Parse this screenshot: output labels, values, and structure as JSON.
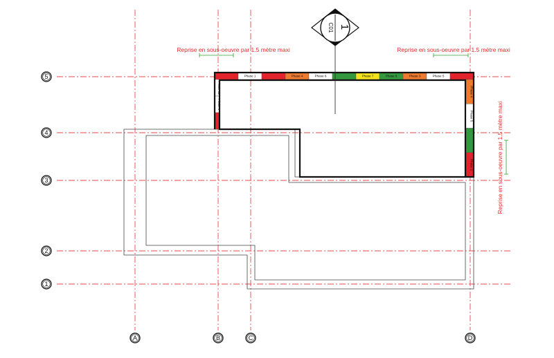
{
  "section_marker": {
    "number": "1",
    "sheet": "C01"
  },
  "notes": {
    "top_left": "Reprise en sous-oeuvre par 1.5 mètre maxi",
    "top_right": "Reprise en sous-oeuvre par 1.5 mètre maxi",
    "right_vertical": "Reprise en sous-oeuvre par 1.5 mètre maxi"
  },
  "grid": {
    "rows": [
      "5",
      "4",
      "3",
      "2",
      "1"
    ],
    "columns": [
      "A",
      "B",
      "C",
      "D"
    ]
  },
  "phases": {
    "top": [
      {
        "label": "",
        "color": "#e3232b"
      },
      {
        "label": "Phase 1",
        "color": "#ffffff"
      },
      {
        "label": "",
        "color": "#e3232b"
      },
      {
        "label": "Phase 4",
        "color": "#ee7a2f"
      },
      {
        "label": "Phase 6",
        "color": "#ffffff"
      },
      {
        "label": "",
        "color": "#34983e"
      },
      {
        "label": "Phase 7",
        "color": "#f5e11c"
      },
      {
        "label": "Phase 8",
        "color": "#34983e"
      },
      {
        "label": "Phase 3",
        "color": "#ee7a2f"
      },
      {
        "label": "Phase 5",
        "color": "#ffffff"
      },
      {
        "label": "",
        "color": "#e3232b"
      }
    ],
    "left": [
      {
        "label": "Phase 11",
        "color": "#ffffff"
      },
      {
        "label": "Phase 9",
        "color": "#ffffff"
      },
      {
        "label": "",
        "color": "#e3232b"
      }
    ],
    "right": [
      {
        "label": "Phase 4",
        "color": "#ee7a2f"
      },
      {
        "label": "Phase 5",
        "color": "#ffffff"
      },
      {
        "label": "",
        "color": "#34983e"
      },
      {
        "label": "Phase 2",
        "color": "#e3232b"
      }
    ]
  }
}
